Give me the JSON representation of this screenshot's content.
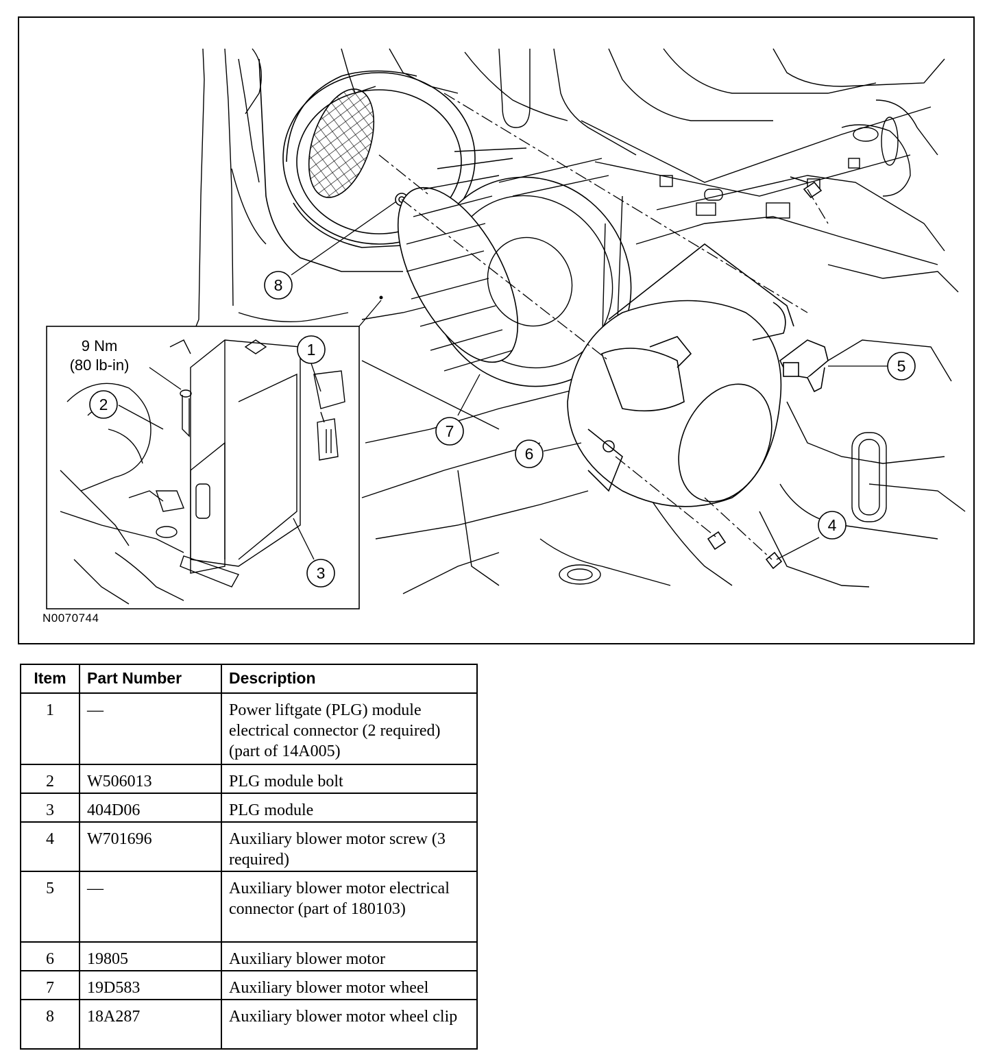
{
  "figure": {
    "id": "N0070744",
    "torque_value": "9 Nm",
    "torque_imperial": "(80 lb-in)",
    "callouts": [
      "1",
      "2",
      "3",
      "4",
      "5",
      "6",
      "7",
      "8"
    ]
  },
  "table": {
    "headers": {
      "item": "Item",
      "part_number": "Part Number",
      "description": "Description"
    },
    "rows": [
      {
        "item": "1",
        "part_number": "—",
        "description": "Power liftgate (PLG) module electrical connector (2 required) (part of 14A005)"
      },
      {
        "item": "2",
        "part_number": "W506013",
        "description": "PLG module bolt"
      },
      {
        "item": "3",
        "part_number": "404D06",
        "description": "PLG module"
      },
      {
        "item": "4",
        "part_number": "W701696",
        "description": "Auxiliary blower motor screw (3 required)"
      },
      {
        "item": "5",
        "part_number": "—",
        "description": "Auxiliary blower motor electrical connector (part of 180103)"
      },
      {
        "item": "6",
        "part_number": "19805",
        "description": "Auxiliary blower motor"
      },
      {
        "item": "7",
        "part_number": "19D583",
        "description": "Auxiliary blower motor wheel"
      },
      {
        "item": "8",
        "part_number": "18A287",
        "description": "Auxiliary blower motor wheel clip"
      }
    ]
  }
}
